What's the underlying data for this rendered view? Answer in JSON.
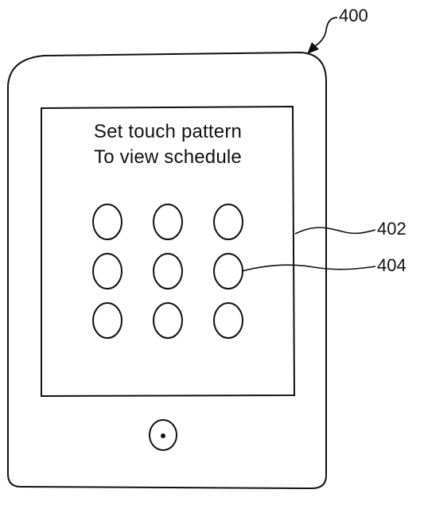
{
  "screen": {
    "instruction_line_1": "Set touch pattern",
    "instruction_line_2": "To view schedule"
  },
  "pattern_grid": {
    "rows": 3,
    "cols": 3
  },
  "reference_numerals": {
    "device": "400",
    "screen": "402",
    "pattern_node": "404"
  },
  "colors": {
    "line": "#111111",
    "background": "#ffffff"
  }
}
